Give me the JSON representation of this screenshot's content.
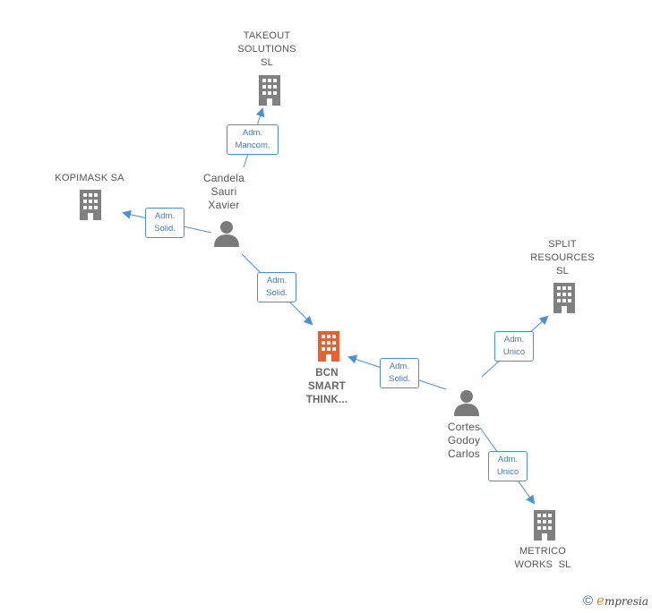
{
  "colors": {
    "edge": "#4a8fdc",
    "company_icon": "#808080",
    "center_icon": "#e8602c",
    "person_icon": "#7a7a7a",
    "label_text": "#555555"
  },
  "nodes": {
    "takeout": {
      "lines": [
        "TAKEOUT",
        "SOLUTIONS",
        "SL"
      ],
      "icon": "building-icon"
    },
    "kopimask": {
      "lines": [
        "KOPIMASK SA"
      ],
      "icon": "building-icon"
    },
    "candela": {
      "lines": [
        "Candela",
        "Sauri",
        "Xavier"
      ],
      "icon": "person-icon"
    },
    "split": {
      "lines": [
        "SPLIT",
        "RESOURCES",
        "SL"
      ],
      "icon": "building-icon"
    },
    "bcn": {
      "lines": [
        "BCN",
        "SMART",
        "THINK..."
      ],
      "icon": "building-icon"
    },
    "cortes": {
      "lines": [
        "Cortes",
        "Godoy",
        "Carlos"
      ],
      "icon": "person-icon"
    },
    "metrico": {
      "lines": [
        "METRICO",
        "WORKS  SL"
      ],
      "icon": "building-icon"
    }
  },
  "edges": [
    {
      "id": "candela-takeout",
      "lines": [
        "Adm.",
        "Mancom."
      ]
    },
    {
      "id": "candela-kopimask",
      "lines": [
        "Adm.",
        "Solid."
      ]
    },
    {
      "id": "candela-bcn",
      "lines": [
        "Adm.",
        "Solid."
      ]
    },
    {
      "id": "cortes-bcn",
      "lines": [
        "Adm.",
        "Solid."
      ]
    },
    {
      "id": "cortes-split",
      "lines": [
        "Adm.",
        "Unico"
      ]
    },
    {
      "id": "cortes-metrico",
      "lines": [
        "Adm.",
        "Unico"
      ]
    }
  ],
  "footer": {
    "copyright": "©",
    "brand_initial": "e",
    "brand_rest": "mpresia"
  }
}
